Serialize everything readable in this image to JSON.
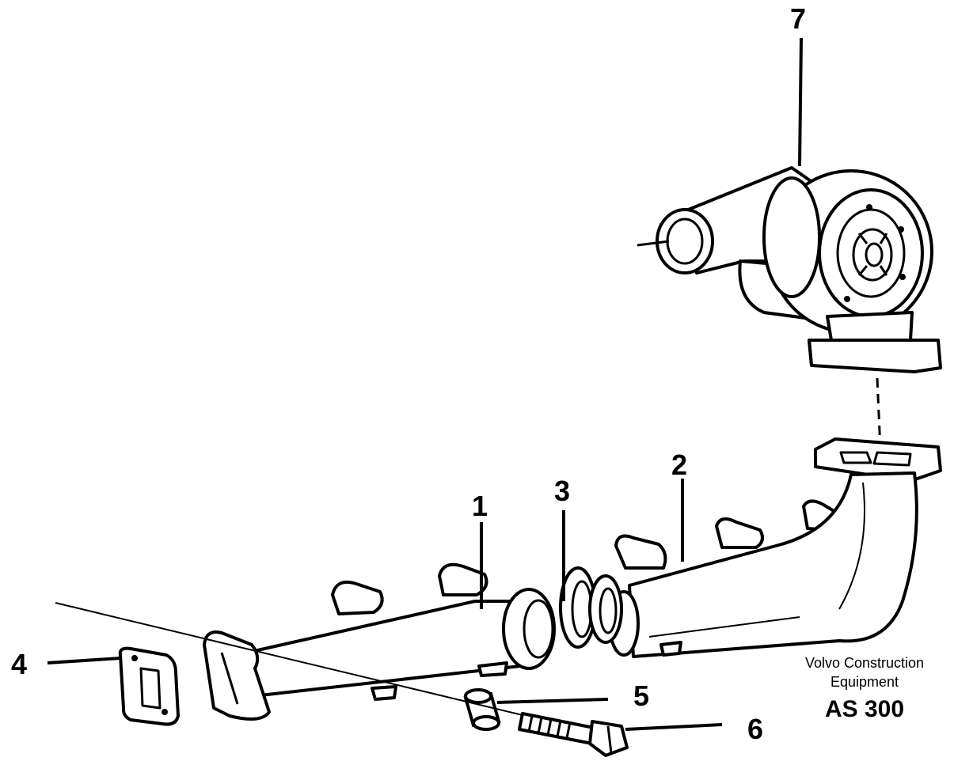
{
  "callouts": {
    "c1": "1",
    "c2": "2",
    "c3": "3",
    "c4": "4",
    "c5": "5",
    "c6": "6",
    "c7": "7"
  },
  "caption": {
    "line1": "Volvo Construction",
    "line2": "Equipment",
    "model": "AS 300"
  },
  "colors": {
    "ink": "#000000",
    "paper": "#ffffff"
  }
}
